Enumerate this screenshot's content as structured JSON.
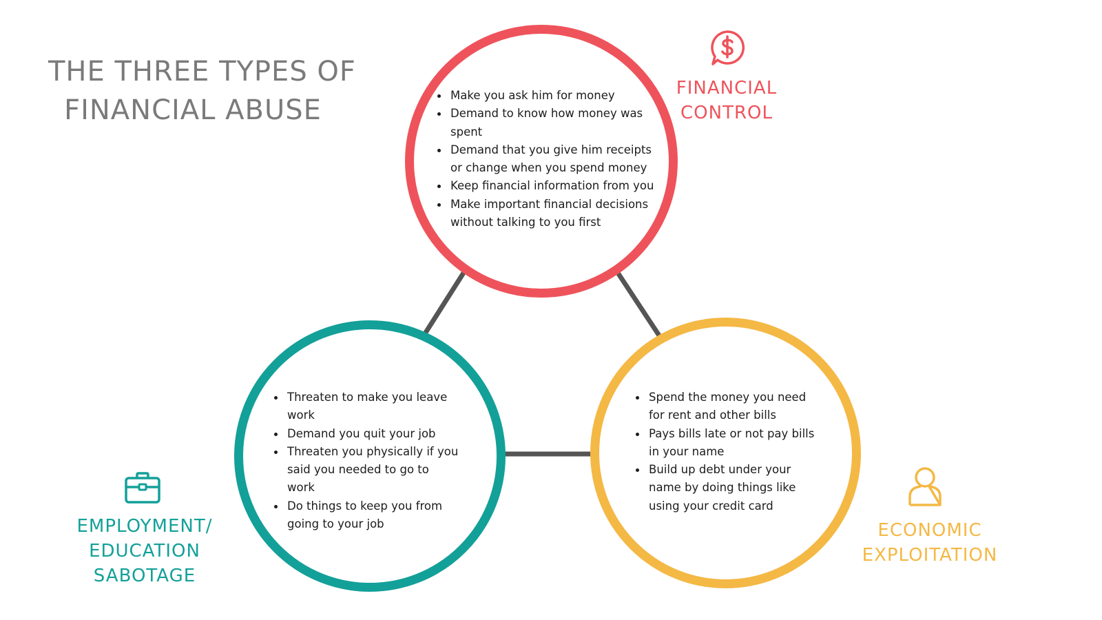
{
  "title": {
    "line1": "THE THREE TYPES OF",
    "line2": "FINANCIAL ABUSE"
  },
  "colors": {
    "financial_control": "#ee535b",
    "employment_sabotage": "#13a099",
    "economic_exploitation": "#f4b845",
    "connector": "#555555"
  },
  "financial_control": {
    "icon": "dollar-speech-bubble-icon",
    "label_line1": "FINANCIAL",
    "label_line2": "CONTROL",
    "items": [
      "Make you ask him for money",
      "Demand to know how money was spent",
      "Demand that you give him receipts or change when you spend money",
      "Keep financial information from you",
      "Make important financial decisions without talking to you first"
    ]
  },
  "employment_sabotage": {
    "icon": "briefcase-icon",
    "label_line1": "EMPLOYMENT/",
    "label_line2": "EDUCATION",
    "label_line3": "SABOTAGE",
    "items": [
      "Threaten to make you leave work",
      "Demand you quit your job",
      "Threaten you physically if you said you needed to go to work",
      "Do things to keep you from going to your job"
    ]
  },
  "economic_exploitation": {
    "icon": "person-icon",
    "label_line1": "ECONOMIC",
    "label_line2": "EXPLOITATION",
    "items": [
      "Spend the money you need for rent and other bills",
      "Pays bills late or not pay bills in your name",
      "Build up debt under your name by doing things like using your credit card"
    ]
  }
}
